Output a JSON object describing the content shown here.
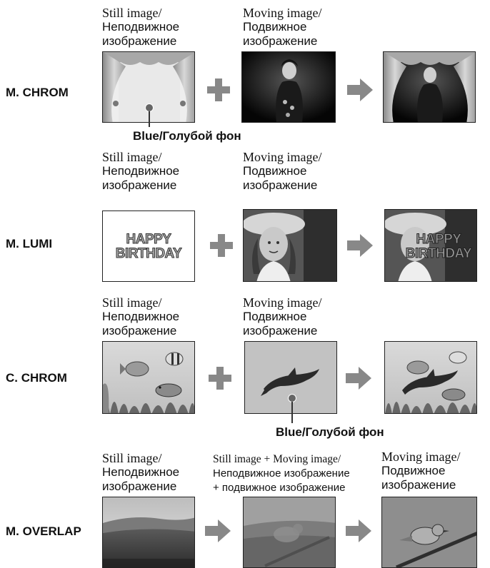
{
  "rows": [
    {
      "mode": "M. CHROM",
      "captions": [
        {
          "en": "Still image/",
          "ru1": "Неподвижное",
          "ru2": "изображение"
        },
        {
          "en": "Moving image/",
          "ru1": "Подвижное",
          "ru2": "изображение"
        }
      ],
      "blue_label": "Blue/Голубой фон"
    },
    {
      "mode": "M. LUMI",
      "captions": [
        {
          "en": "Still image/",
          "ru1": "Неподвижное",
          "ru2": "изображение"
        },
        {
          "en": "Moving image/",
          "ru1": "Подвижное",
          "ru2": "изображение"
        }
      ],
      "still_text_1": "HAPPY",
      "still_text_2": "BIRTHDAY"
    },
    {
      "mode": "C. CHROM",
      "captions": [
        {
          "en": "Still image/",
          "ru1": "Неподвижное",
          "ru2": "изображение"
        },
        {
          "en": "Moving image/",
          "ru1": "Подвижное",
          "ru2": "изображение"
        }
      ],
      "blue_label": "Blue/Голубой фон"
    },
    {
      "mode": "M. OVERLAP",
      "captions": [
        {
          "en": "Still image/",
          "ru1": "Неподвижное",
          "ru2": "изображение"
        },
        {
          "en": "Still image + Moving image/",
          "ru1": "Неподвижное изображение",
          "ru2": "+ подвижное изображение"
        },
        {
          "en": "Moving image/",
          "ru1": "Подвижное",
          "ru2": "изображение"
        }
      ]
    }
  ]
}
